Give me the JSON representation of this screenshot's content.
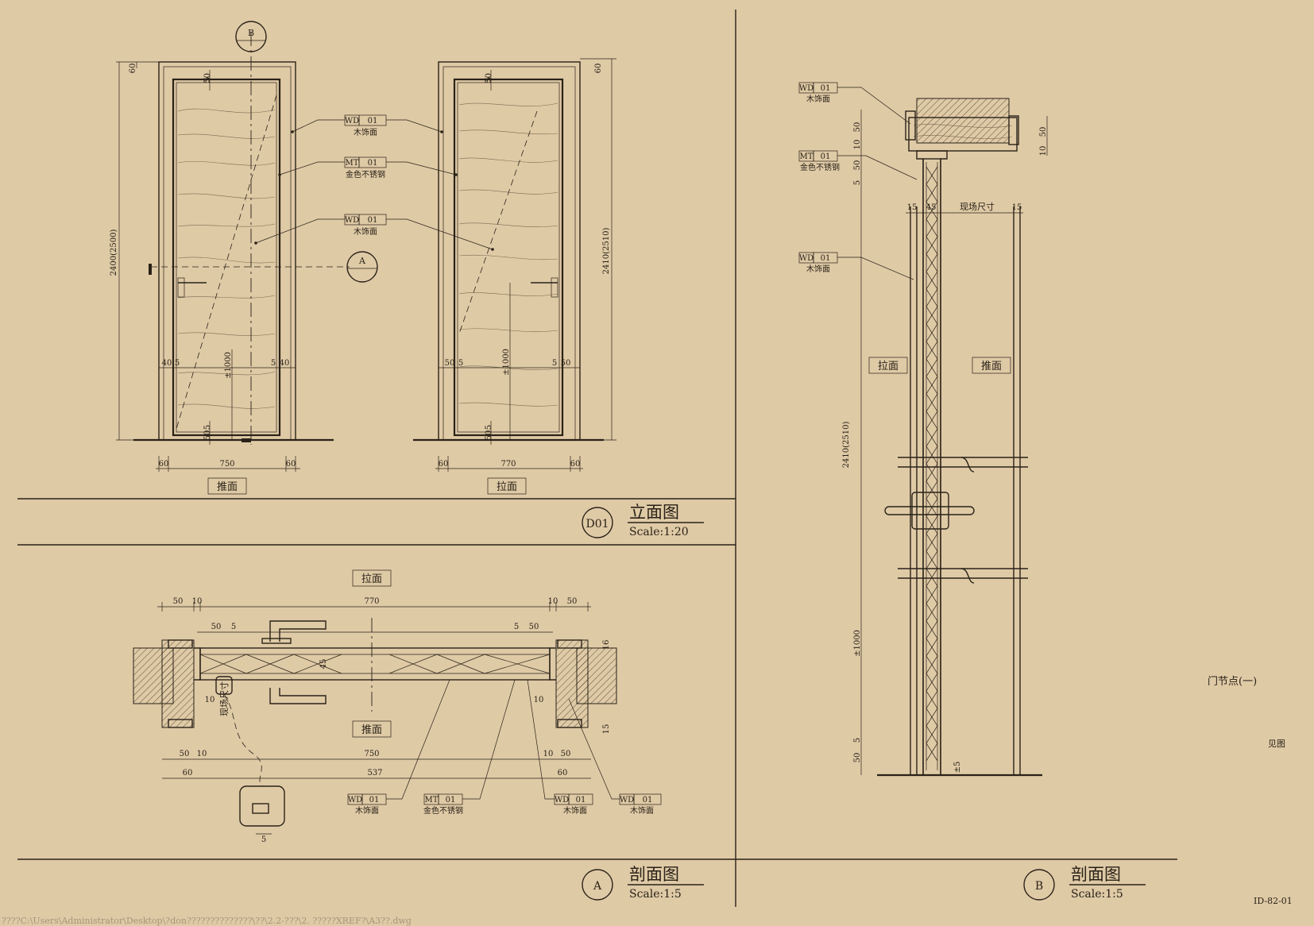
{
  "tags": {
    "wd": {
      "code": "WD",
      "num": "01",
      "desc": "木饰面"
    },
    "mt": {
      "code": "MT",
      "num": "01",
      "desc": "金色不锈钢"
    }
  },
  "labels": {
    "push": "推面",
    "pull": "拉面",
    "site_size": "现场尺寸",
    "site_size_vertical": "现场尺寸"
  },
  "callouts": {
    "b": "B",
    "a": "A"
  },
  "titles": {
    "d01": {
      "symbol": "D01",
      "title": "立面图",
      "scale": "Scale:1:20"
    },
    "a": {
      "symbol": "A",
      "title": "剖面图",
      "scale": "Scale:1:5"
    },
    "b": {
      "symbol": "B",
      "title": "剖面图",
      "scale": "Scale:1:5"
    }
  },
  "side_text": {
    "name": "门节点(一)",
    "see": "见图",
    "drawing_no": "ID-82-01"
  },
  "path_text": "????C:\\Users\\Administrator\\Desktop\\?don??????????????\\??\\2.2-???\\2. ?????XREF?\\A3??.dwg",
  "dims": {
    "elev_left": {
      "h": "2400(2500)",
      "top": "60",
      "w": "750",
      "s1": "60",
      "s2": "60",
      "a": "40",
      "b": "5",
      "c": "5",
      "d": "40",
      "t1": "5",
      "t2": "50",
      "b1": "50",
      "b2": "5",
      "handle": "±1000"
    },
    "elev_right": {
      "h": "2410(2510)",
      "top": "60",
      "w": "770",
      "s1": "60",
      "s2": "60",
      "a": "50",
      "b": "5",
      "c": "5",
      "d": "50",
      "t1": "5",
      "t2": "50",
      "b1": "50",
      "b2": "5",
      "handle": "±1000"
    },
    "plan": {
      "t1": "50",
      "t2": "10",
      "t3": "770",
      "t4": "10",
      "t5": "50",
      "u1": "50",
      "u2": "5",
      "u3": "5",
      "u4": "50",
      "leaf": "45",
      "r1": "16",
      "r2": "15",
      "s10a": "10",
      "s10b": "10",
      "bt1": "50",
      "bt2": "750",
      "bt3": "50",
      "bt4": "10",
      "bt5": "10",
      "bb1": "60",
      "bb2": "537",
      "bb3": "60",
      "det": "5"
    },
    "section": {
      "v1": "50",
      "v2": "10",
      "v3": "50",
      "v4": "5",
      "h1": "15",
      "h2": "45",
      "h3": "15",
      "r1": "50",
      "r2": "10",
      "tall": "2410(2510)",
      "handle": "±1000",
      "bot1": "5",
      "bot2": "50",
      "gap": "±5"
    }
  }
}
